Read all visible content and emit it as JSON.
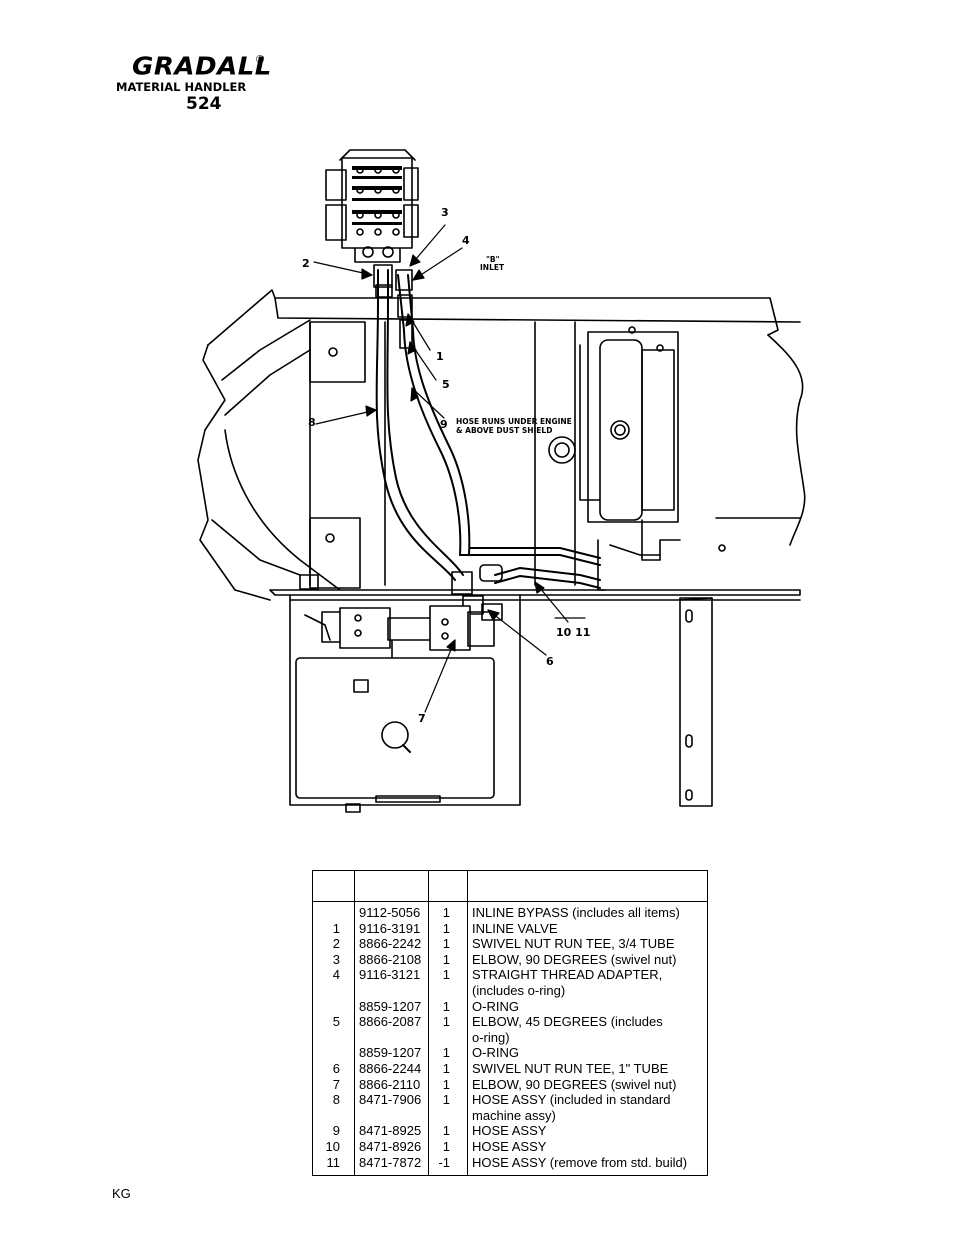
{
  "header": {
    "brand": "GRADALL",
    "registered": "®",
    "product": "MATERIAL HANDLER",
    "model": "524"
  },
  "diagram": {
    "callouts": [
      "2",
      "3",
      "4",
      "1",
      "5",
      "8",
      "9",
      "10 11",
      "6",
      "7"
    ],
    "notes": {
      "inlet_line1": "\"B\"",
      "inlet_line2": "INLET",
      "hose_line1": "HOSE RUNS UNDER ENGINE",
      "hose_line2": "& ABOVE DUST SHIELD"
    }
  },
  "parts_table": {
    "rows": [
      {
        "item": "",
        "part": "9112-5056",
        "qty": "1",
        "desc": "INLINE  BYPASS (includes all items)"
      },
      {
        "item": "1",
        "part": "9116-3191",
        "qty": "1",
        "desc": "INLINE VALVE"
      },
      {
        "item": "2",
        "part": "8866-2242",
        "qty": "1",
        "desc": "SWIVEL NUT RUN TEE, 3/4 TUBE"
      },
      {
        "item": "3",
        "part": "8866-2108",
        "qty": "1",
        "desc": "ELBOW, 90 DEGREES (swivel nut)"
      },
      {
        "item": "4",
        "part": "9116-3121",
        "qty": "1",
        "desc": "STRAIGHT THREAD ADAPTER,"
      },
      {
        "item": "",
        "part": "",
        "qty": "",
        "desc": "(includes o-ring)"
      },
      {
        "item": "",
        "part": "8859-1207",
        "qty": "1",
        "desc": "O-RING"
      },
      {
        "item": "5",
        "part": "8866-2087",
        "qty": "1",
        "desc": "ELBOW, 45 DEGREES (includes"
      },
      {
        "item": "",
        "part": "",
        "qty": "",
        "desc": "o-ring)"
      },
      {
        "item": "",
        "part": "8859-1207",
        "qty": "1",
        "desc": "O-RING"
      },
      {
        "item": "6",
        "part": "8866-2244",
        "qty": "1",
        "desc": "SWIVEL NUT RUN TEE, 1\" TUBE"
      },
      {
        "item": "7",
        "part": "8866-2110",
        "qty": "1",
        "desc": "ELBOW, 90 DEGREES (swivel nut)"
      },
      {
        "item": "8",
        "part": "8471-7906",
        "qty": "1",
        "desc": "HOSE ASSY (included in standard"
      },
      {
        "item": "",
        "part": "",
        "qty": "",
        "desc": "machine assy)"
      },
      {
        "item": "9",
        "part": "8471-8925",
        "qty": "1",
        "desc": "HOSE ASSY"
      },
      {
        "item": "10",
        "part": "8471-8926",
        "qty": "1",
        "desc": "HOSE ASSY"
      },
      {
        "item": "11",
        "part": "8471-7872",
        "qty": "-1",
        "desc": "HOSE ASSY (remove from std. build)"
      }
    ]
  },
  "footer": {
    "code": "KG"
  }
}
